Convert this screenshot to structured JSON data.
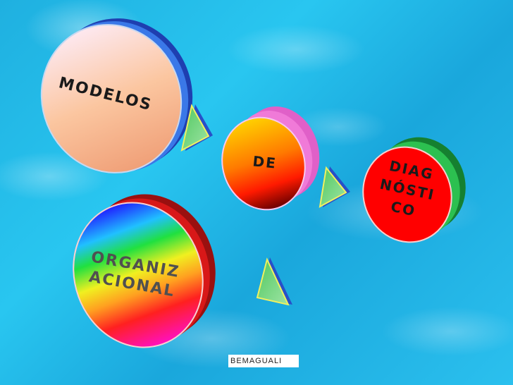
{
  "nodes": {
    "modelos": {
      "text": "MODELOS"
    },
    "de": {
      "text": "DE"
    },
    "diagnostico": {
      "lines": [
        "DIAG",
        "NÓSTI",
        "CO"
      ]
    },
    "organizacional": {
      "lines": [
        "ORGANIZ",
        "ACIONAL"
      ]
    }
  },
  "caption": "BEMAGUALI",
  "colors": {
    "water": "#1fb0e0",
    "modelos_face": "#f8c8a0",
    "modelos_edge": "#2a5ad8",
    "de_edge": "#f06ad0",
    "diag_face": "#ff0000",
    "diag_edge": "#22b24a",
    "arrow_fill": "#66d070",
    "arrow_edge": "#2850c8"
  }
}
